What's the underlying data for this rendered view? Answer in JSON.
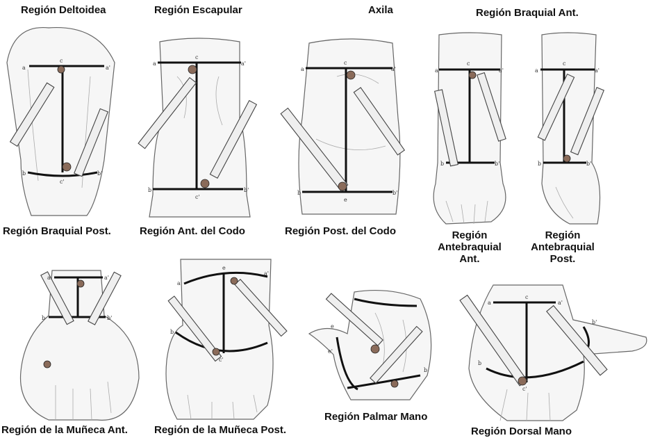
{
  "titles": {
    "deltoidea": "Región Deltoidea",
    "escapular": "Región Escapular",
    "axila": "Axila",
    "braquial_ant": "Región Braquial Ant.",
    "braquial_post": "Región Braquial Post.",
    "ant_codo": "Región Ant. del Codo",
    "post_codo": "Región Post. del Codo",
    "antebraquial_ant": "Región Antebraquial Ant.",
    "antebraquial_post": "Región Antebraquial Post.",
    "muneca_ant": "Región de la Muñeca Ant.",
    "muneca_post": "Región de la Muñeca Post.",
    "palmar_mano": "Región Palmar Mano",
    "dorsal_mano": "Región Dorsal Mano"
  },
  "point_labels": {
    "a": "a",
    "a_prime": "a'",
    "b": "b",
    "b_prime": "b'",
    "c": "c",
    "c_prime": "c'",
    "e": "e",
    "e_prime": "e'"
  },
  "colors": {
    "ink": "#111111",
    "paper": "#ffffff",
    "wound": "#8a6b5a"
  }
}
